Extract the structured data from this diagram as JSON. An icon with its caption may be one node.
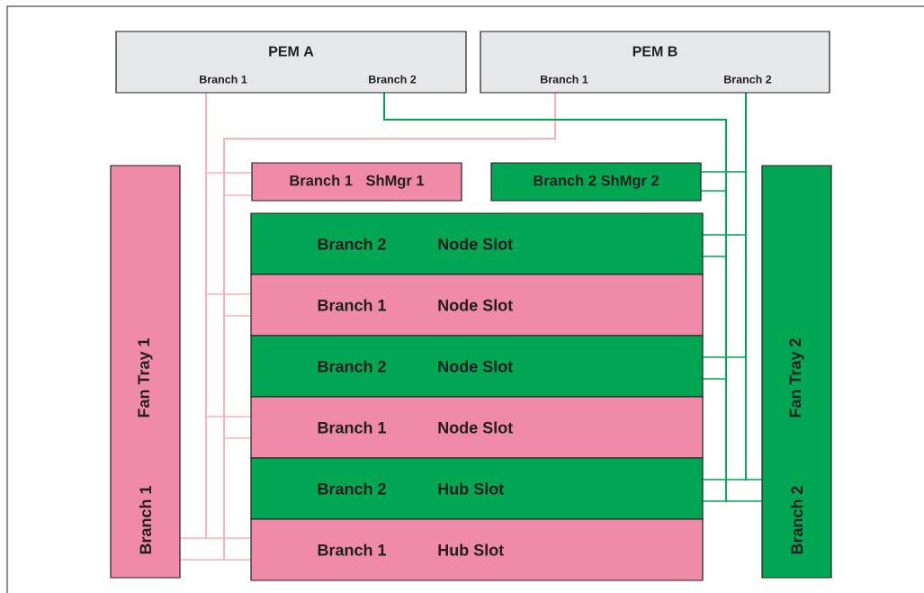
{
  "diagram": {
    "nodes": [
      {
        "text": [
          "PEM A",
          "Branch 1",
          "Branch 2"
        ]
      },
      {
        "text": [
          "PEM B",
          "Branch 1",
          "Branch 2"
        ]
      },
      {
        "text": [
          "Branch 1",
          "Fan Tray 1"
        ]
      },
      {
        "text": [
          "Branch 1",
          "ShMgr 1"
        ]
      },
      {
        "text": [
          "Branch 2 ShMgr 2"
        ]
      },
      {
        "text": [
          "Branch 2",
          "Fan Tray 2"
        ]
      },
      {
        "text": [
          "Branch 2",
          "Node Slot"
        ]
      },
      {
        "text": [
          "Branch 1",
          "Node Slot"
        ]
      },
      {
        "text": [
          "Branch 2",
          "Node Slot"
        ]
      },
      {
        "text": [
          "Branch 1",
          "Node Slot"
        ]
      },
      {
        "text": [
          "Branch 2",
          "Hub Slot"
        ]
      },
      {
        "text": [
          "Branch 1",
          "Hub Slot"
        ]
      }
    ],
    "edges": [
      {
        "from": 0,
        "to": 3,
        "arrow": "none",
        "color": "#f7b3b8"
      },
      {
        "from": 0,
        "to": 7,
        "arrow": "none",
        "color": "#f7b3b8"
      },
      {
        "from": 0,
        "to": 9,
        "arrow": "none",
        "color": "#f7b3b8"
      },
      {
        "from": 0,
        "to": 11,
        "arrow": "none",
        "color": "#f7b3b8"
      },
      {
        "from": 0,
        "to": 2,
        "arrow": "none",
        "color": "#f7b3b8"
      },
      {
        "from": 1,
        "to": 3,
        "arrow": "none",
        "color": "#f7b3b8"
      },
      {
        "from": 1,
        "to": 7,
        "arrow": "none",
        "color": "#f7b3b8"
      },
      {
        "from": 1,
        "to": 9,
        "arrow": "none",
        "color": "#f7b3b8"
      },
      {
        "from": 1,
        "to": 11,
        "arrow": "none",
        "color": "#f7b3b8"
      },
      {
        "from": 1,
        "to": 2,
        "arrow": "none",
        "color": "#f7b3b8"
      },
      {
        "from": 0,
        "to": 4,
        "arrow": "none",
        "color": "#00a651"
      },
      {
        "from": 0,
        "to": 6,
        "arrow": "none",
        "color": "#00a651"
      },
      {
        "from": 0,
        "to": 8,
        "arrow": "none",
        "color": "#00a651"
      },
      {
        "from": 0,
        "to": 10,
        "arrow": "none",
        "color": "#00a651"
      },
      {
        "from": 0,
        "to": 5,
        "arrow": "none",
        "color": "#00a651"
      },
      {
        "from": 1,
        "to": 4,
        "arrow": "none",
        "color": "#00a651"
      },
      {
        "from": 1,
        "to": 6,
        "arrow": "none",
        "color": "#00a651"
      },
      {
        "from": 1,
        "to": 8,
        "arrow": "none",
        "color": "#00a651"
      },
      {
        "from": 1,
        "to": 10,
        "arrow": "none",
        "color": "#00a651"
      },
      {
        "from": 1,
        "to": 5,
        "arrow": "none",
        "color": "#00a651"
      }
    ]
  }
}
